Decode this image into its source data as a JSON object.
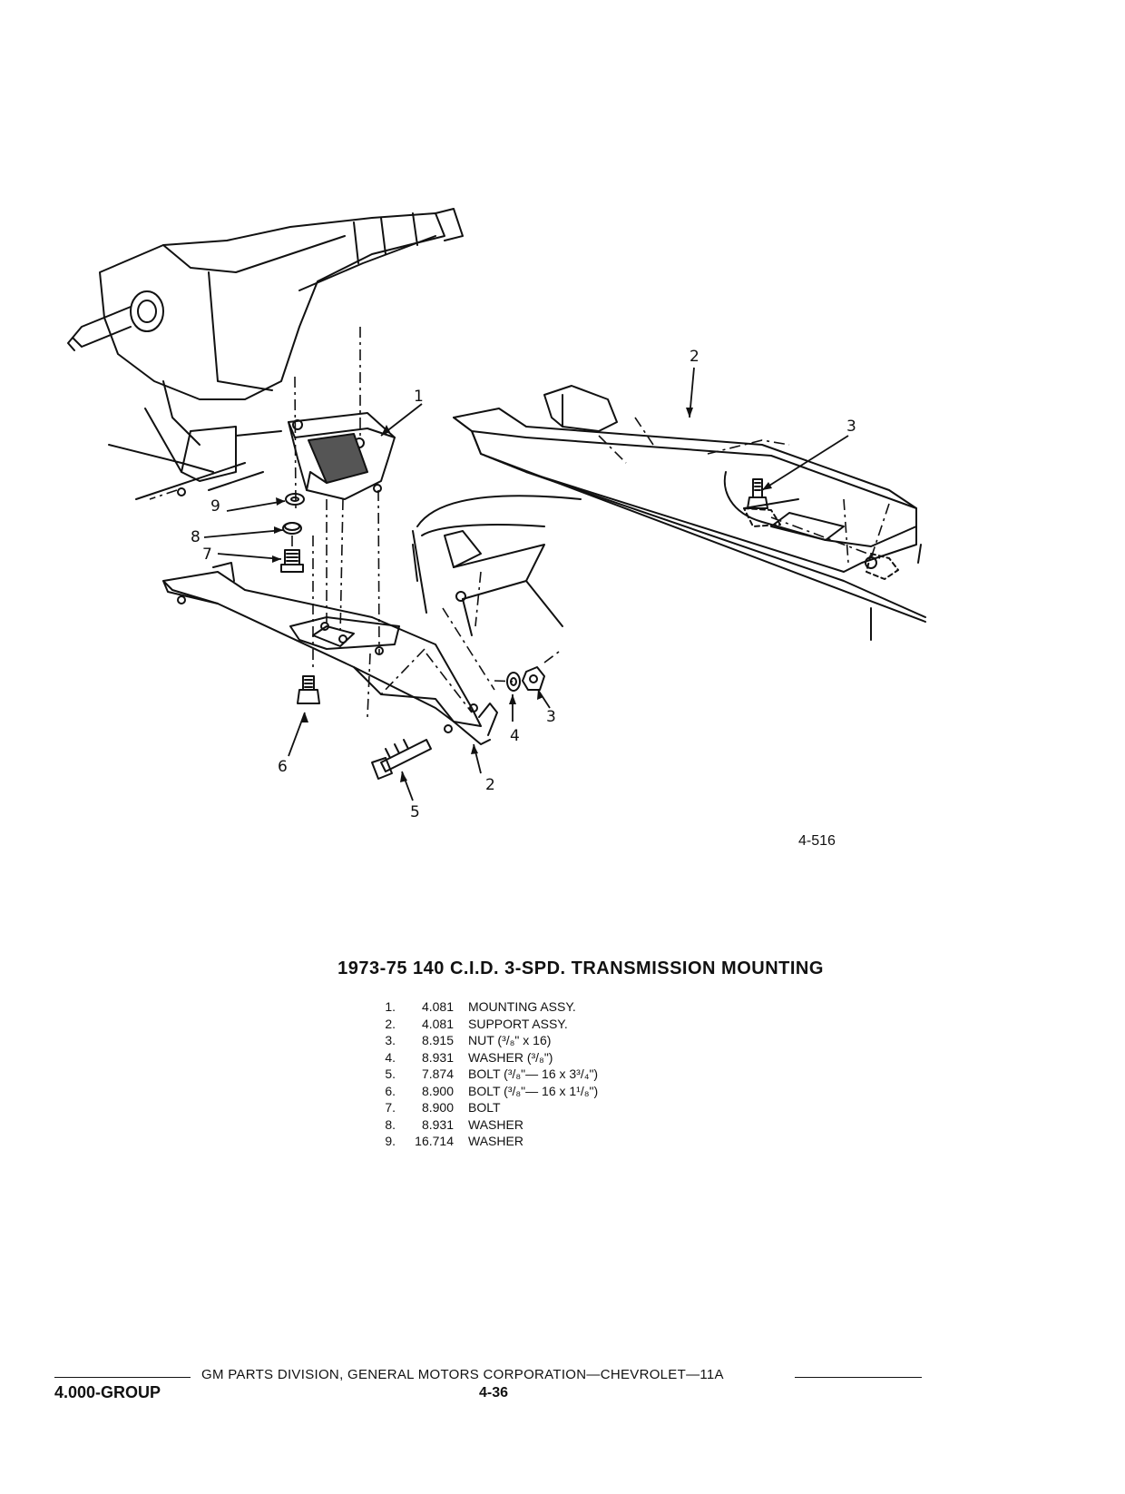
{
  "callouts": {
    "c1": "1",
    "c2_top": "2",
    "c3_top": "3",
    "c9": "9",
    "c8": "8",
    "c7": "7",
    "c6": "6",
    "c5": "5",
    "c2_bottom": "2",
    "c4": "4",
    "c3_bottom": "3"
  },
  "figure_number": "4-516",
  "title": "1973-75 140 C.I.D. 3-SPD. TRANSMISSION MOUNTING",
  "parts": [
    {
      "num": "1.",
      "group": "4.081",
      "desc": "MOUNTING ASSY."
    },
    {
      "num": "2.",
      "group": "4.081",
      "desc": "SUPPORT ASSY."
    },
    {
      "num": "3.",
      "group": "8.915",
      "desc": "NUT (³/₈\" x 16)"
    },
    {
      "num": "4.",
      "group": "8.931",
      "desc": "WASHER (³/₈\")"
    },
    {
      "num": "5.",
      "group": "7.874",
      "desc": "BOLT (³/₈\"— 16 x 3³/₄\")"
    },
    {
      "num": "6.",
      "group": "8.900",
      "desc": "BOLT (³/₈\"— 16 x 1¹/₈\")"
    },
    {
      "num": "7.",
      "group": "8.900",
      "desc": "BOLT"
    },
    {
      "num": "8.",
      "group": "8.931",
      "desc": "WASHER"
    },
    {
      "num": "9.",
      "group": "16.714",
      "desc": "WASHER"
    }
  ],
  "footer": {
    "text": "GM PARTS DIVISION, GENERAL MOTORS CORPORATION—CHEVROLET—11A",
    "group": "4.000-GROUP",
    "page": "4-36"
  }
}
